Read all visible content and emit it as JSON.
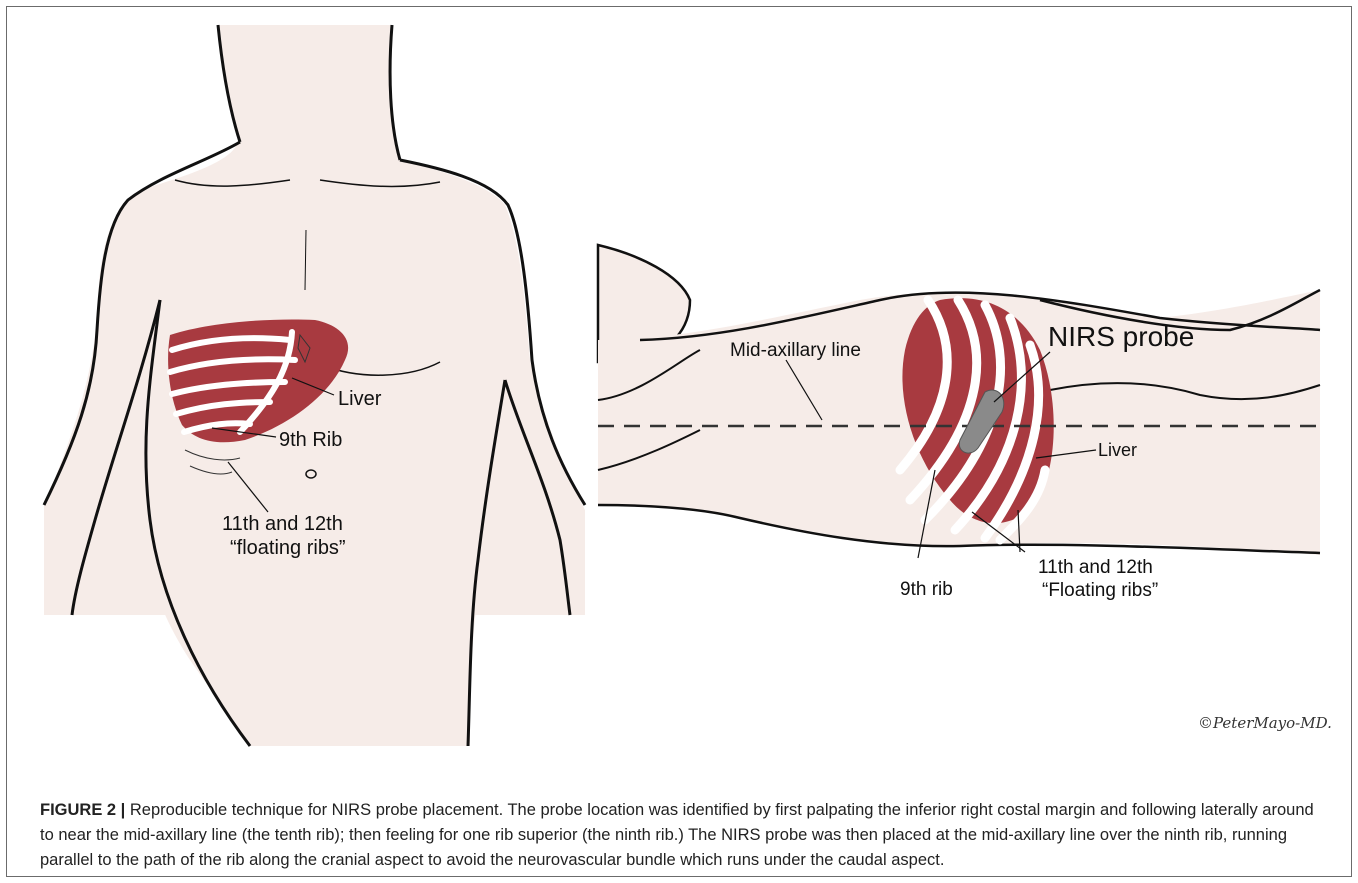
{
  "figure": {
    "caption_label": "FIGURE 2 |",
    "caption_text": "Reproducible technique for NIRS probe placement. The probe location was identified by first palpating the inferior right costal margin and following laterally around to near the mid-axillary line (the tenth rib); then feeling for one rib superior (the ninth rib.) The NIRS probe was then placed at the mid-axillary line over the ninth rib, running parallel to the path of the rib along the cranial aspect to avoid the neurovascular bundle which runs under the caudal aspect.",
    "signature": "©PeterMayo-MD."
  },
  "left_panel": {
    "label_liver": "Liver",
    "label_9th_rib": "9th Rib",
    "label_floating_line1": "11th and 12th",
    "label_floating_line2": "“floating ribs”"
  },
  "right_panel": {
    "label_mid_axillary": "Mid-axillary line",
    "label_nirs_probe": "NIRS probe",
    "label_liver": "Liver",
    "label_9th_rib": "9th rib",
    "label_floating_line1": "11th and 12th",
    "label_floating_line2": "“Floating ribs”"
  },
  "colors": {
    "skin": "#f6ece8",
    "liver": "#a83a40",
    "outline": "#111111",
    "probe": "#8a8a8a"
  }
}
